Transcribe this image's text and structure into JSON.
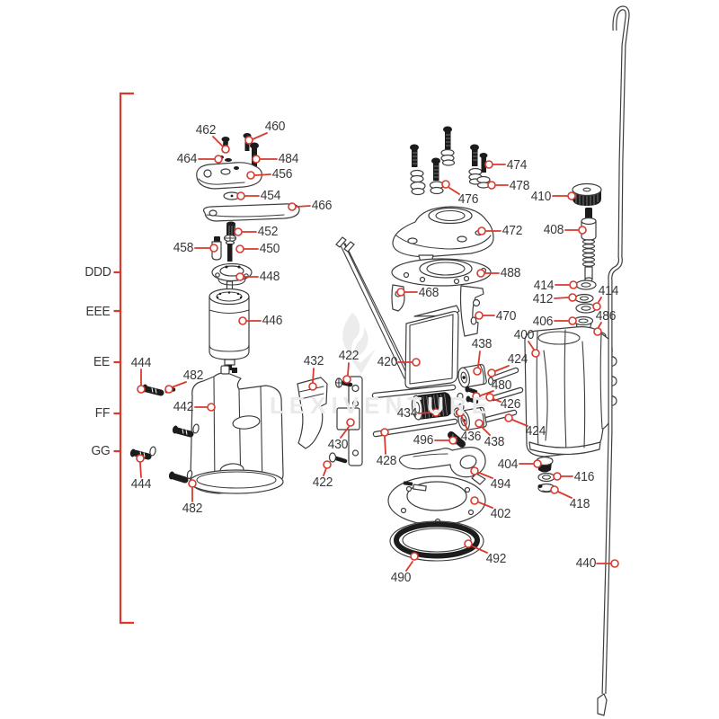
{
  "watermark": {
    "text": "LEXIVENTURE"
  },
  "colors": {
    "callout_red": "#d83a2e",
    "ink": "#3d3d3d",
    "part_black": "#1c1c1c",
    "watermark_gray": "#eaeaea",
    "background": "#ffffff"
  },
  "sections": [
    {
      "label": "DDD"
    },
    {
      "label": "EEE"
    },
    {
      "label": "EE"
    },
    {
      "label": "FF"
    },
    {
      "label": "GG"
    }
  ],
  "callouts": [
    {
      "part": "462"
    },
    {
      "part": "460"
    },
    {
      "part": "464"
    },
    {
      "part": "484"
    },
    {
      "part": "456"
    },
    {
      "part": "454"
    },
    {
      "part": "466"
    },
    {
      "part": "452"
    },
    {
      "part": "458"
    },
    {
      "part": "450"
    },
    {
      "part": "448"
    },
    {
      "part": "446"
    },
    {
      "part": "444"
    },
    {
      "part": "482"
    },
    {
      "part": "442"
    },
    {
      "part": "444"
    },
    {
      "part": "482"
    },
    {
      "part": "422"
    },
    {
      "part": "432"
    },
    {
      "part": "420"
    },
    {
      "part": "430"
    },
    {
      "part": "422"
    },
    {
      "part": "428"
    },
    {
      "part": "434"
    },
    {
      "part": "496"
    },
    {
      "part": "436"
    },
    {
      "part": "438"
    },
    {
      "part": "438"
    },
    {
      "part": "424"
    },
    {
      "part": "480"
    },
    {
      "part": "426"
    },
    {
      "part": "424"
    },
    {
      "part": "400"
    },
    {
      "part": "406"
    },
    {
      "part": "486"
    },
    {
      "part": "412"
    },
    {
      "part": "414"
    },
    {
      "part": "414"
    },
    {
      "part": "408"
    },
    {
      "part": "410"
    },
    {
      "part": "472"
    },
    {
      "part": "488"
    },
    {
      "part": "470"
    },
    {
      "part": "468"
    },
    {
      "part": "474"
    },
    {
      "part": "478"
    },
    {
      "part": "476"
    },
    {
      "part": "404"
    },
    {
      "part": "416"
    },
    {
      "part": "418"
    },
    {
      "part": "494"
    },
    {
      "part": "402"
    },
    {
      "part": "492"
    },
    {
      "part": "490"
    },
    {
      "part": "440"
    }
  ]
}
